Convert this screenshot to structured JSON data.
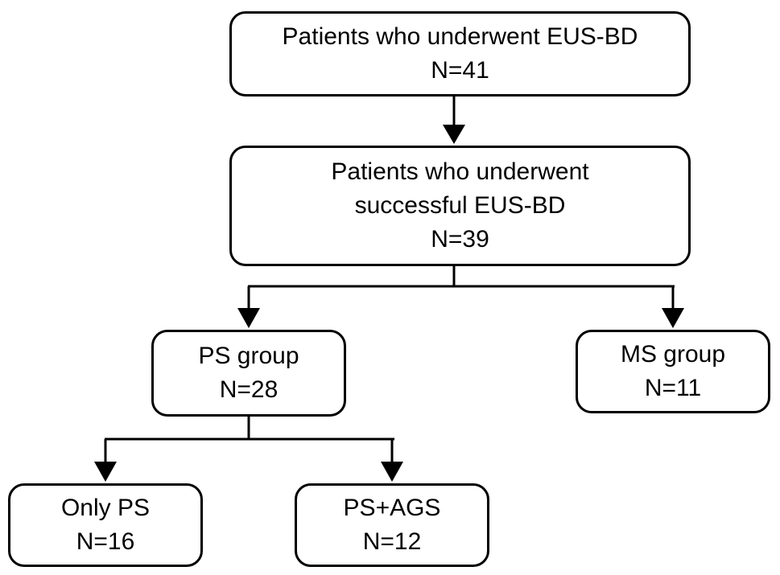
{
  "nodes": {
    "eus_bd": {
      "lines": [
        "Patients who underwent EUS-BD",
        "N=41"
      ]
    },
    "successful": {
      "lines": [
        "Patients who underwent",
        "successful EUS-BD",
        "N=39"
      ]
    },
    "ps_group": {
      "lines": [
        "PS group",
        "N=28"
      ]
    },
    "ms_group": {
      "lines": [
        "MS group",
        "N=11"
      ]
    },
    "only_ps": {
      "lines": [
        "Only PS",
        "N=16"
      ]
    },
    "ps_ags": {
      "lines": [
        "PS+AGS",
        "N=12"
      ]
    }
  },
  "edges": [
    {
      "from": "eus_bd",
      "to": "successful"
    },
    {
      "from": "successful",
      "to": "ps_group"
    },
    {
      "from": "successful",
      "to": "ms_group"
    },
    {
      "from": "ps_group",
      "to": "only_ps"
    },
    {
      "from": "ps_group",
      "to": "ps_ags"
    }
  ],
  "colors": {
    "stroke": "#000000",
    "fill": "#ffffff",
    "text": "#000000"
  }
}
